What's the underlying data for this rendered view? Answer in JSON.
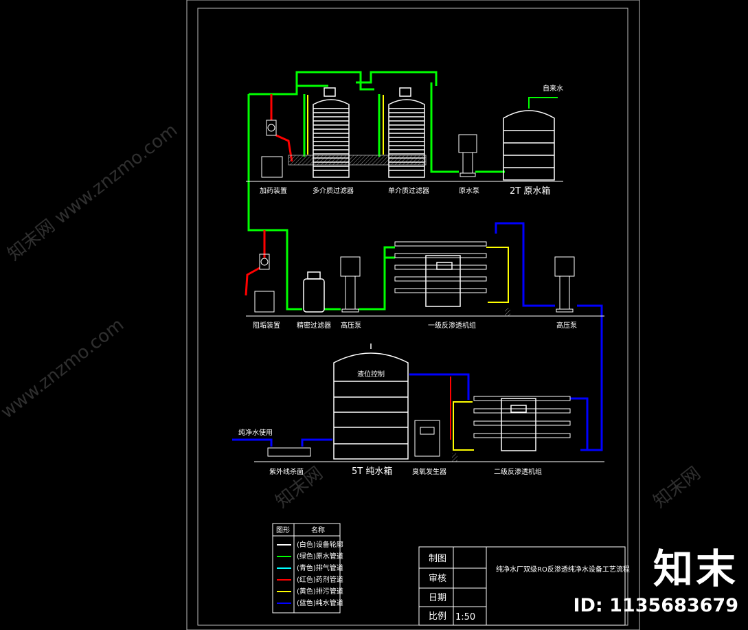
{
  "equipment_labels": {
    "dosing_device": "加药装置",
    "multi_media_filter": "多介质过滤器",
    "single_media_filter": "单介质过滤器",
    "raw_water_pump": "原水泵",
    "raw_tank": "2T 原水箱",
    "tap_water": "自来水",
    "scale_device": "阻垢装置",
    "precision_filter": "精密过滤器",
    "high_pressure_pump_1": "高压泵",
    "ro1": "一级反渗透机组",
    "high_pressure_pump_2": "高压泵",
    "level_control": "液位控制",
    "pure_tank": "5T 纯水箱",
    "ozone": "臭氧发生器",
    "ro2": "二级反渗透机组",
    "uv": "紫外线杀菌",
    "pure_use": "纯净水使用"
  },
  "legend": {
    "header_shape": "图形",
    "header_name": "名称",
    "items": [
      {
        "color": "#ffffff",
        "name": "(白色)设备轮廓"
      },
      {
        "color": "#00ff00",
        "name": "(绿色)原水管道"
      },
      {
        "color": "#00ffff",
        "name": "(青色)排气管道"
      },
      {
        "color": "#ff0000",
        "name": "(红色)药剂管道"
      },
      {
        "color": "#ffff00",
        "name": "(黄色)排污管道"
      },
      {
        "color": "#0000ff",
        "name": "(蓝色)纯水管道"
      }
    ]
  },
  "title_block": {
    "draw_label": "制图",
    "review_label": "审核",
    "date_label": "日期",
    "scale_label": "比例",
    "scale_value": "1:50",
    "drawing_title": "纯净水厂双级RO反渗透纯净水设备工艺流程"
  },
  "watermarks": [
    "知末网 www.znzmo.com",
    "www.znzmo.com",
    "知末网",
    "知末网"
  ],
  "brand": {
    "logo": "知末",
    "id": "ID: 1135683679"
  },
  "colors": {
    "green": "#00ff00",
    "red": "#ff0000",
    "blue": "#0000ff",
    "yellow": "#ffff00",
    "cyan": "#00ffff",
    "white": "#ffffff"
  }
}
